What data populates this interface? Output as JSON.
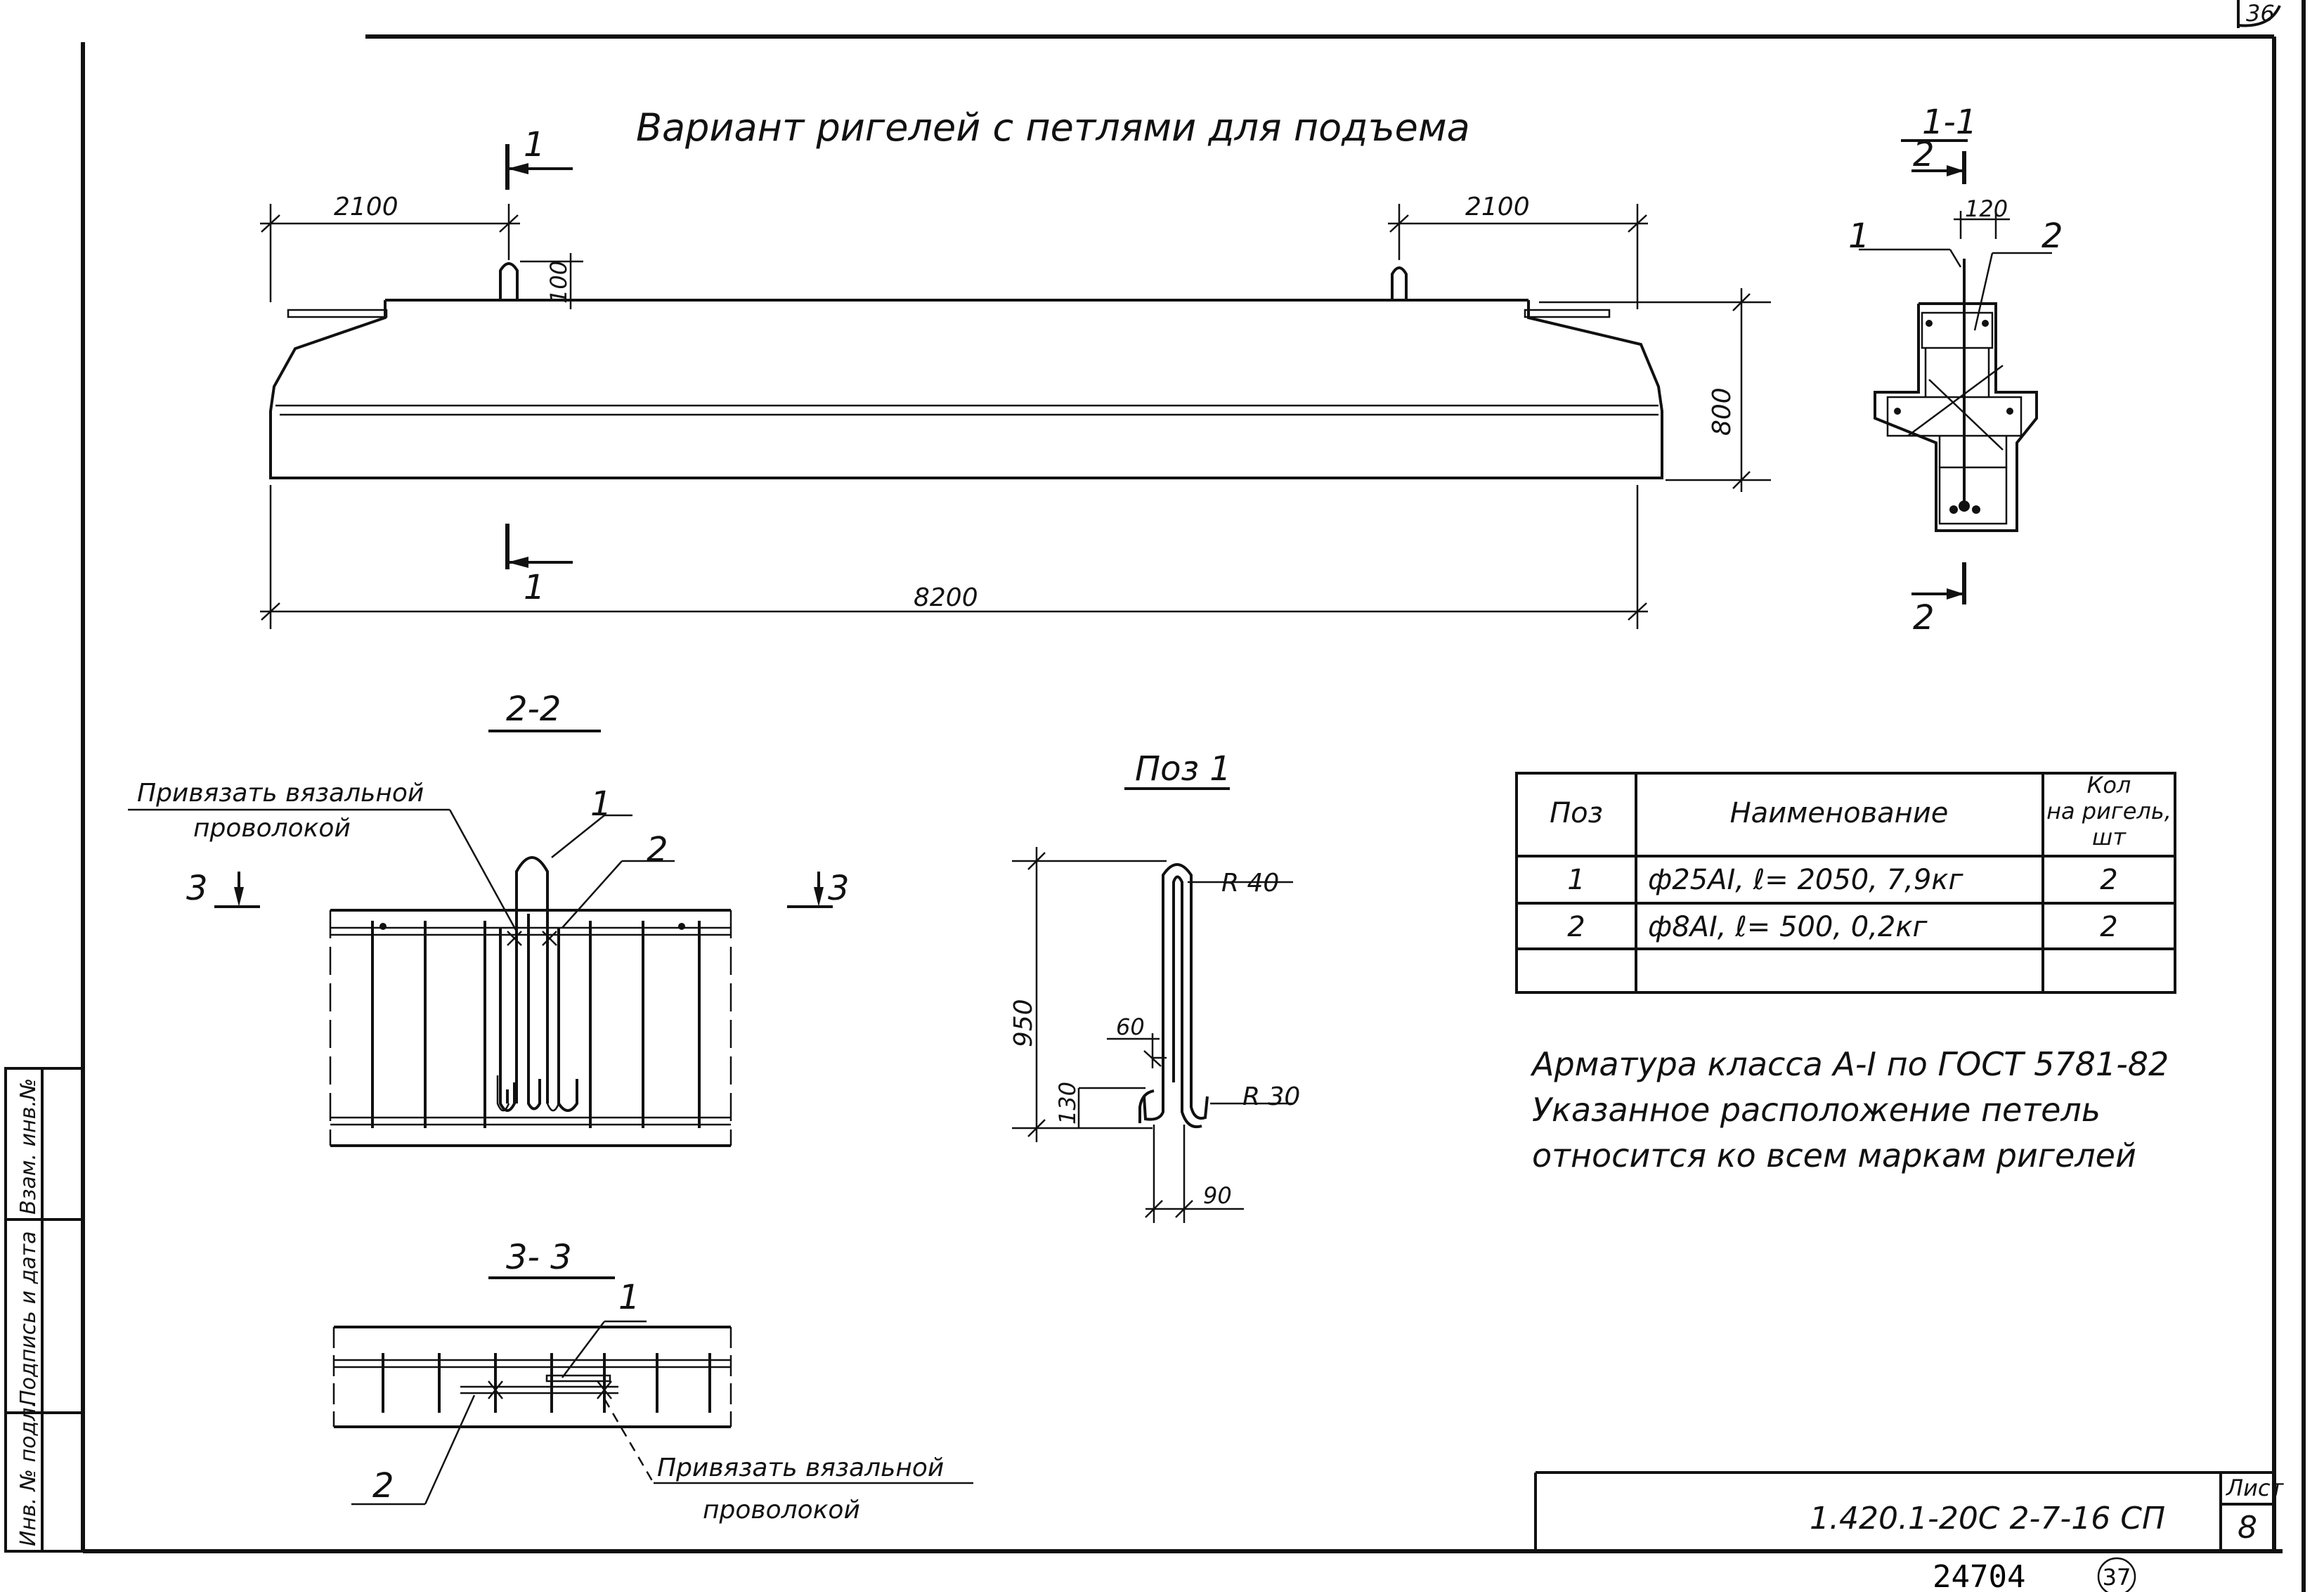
{
  "sheet": {
    "page_number_top": "36",
    "stamp_number": "24704",
    "stamp_circled": "37",
    "drawing_code": "1.420.1-20С 2-7-16 СП",
    "sheet_label": "Лист",
    "sheet_number": "8"
  },
  "side_stamp": {
    "inv_podl": "Инв. № подл.",
    "podpis_data": "Подпись и дата",
    "vzam_inv": "Взам. инв.№"
  },
  "main_view": {
    "title": "Вариант ригелей с петлями для подъема",
    "dim_left": "2100",
    "dim_right": "2100",
    "dim_total": "8200",
    "dim_height": "800",
    "dim_loop": "100",
    "section_mark": "1"
  },
  "section_1_1": {
    "title": "1-1",
    "dim_width": "120",
    "callout_1": "1",
    "callout_2": "2",
    "section_mark": "2"
  },
  "section_2_2": {
    "title": "2-2",
    "note_line1": "Привязать вязальной",
    "note_line2": "проволокой",
    "callout_1": "1",
    "callout_2": "2",
    "section_mark": "3"
  },
  "section_3_3": {
    "title": "3- 3",
    "callout_1": "1",
    "callout_2": "2",
    "note_line1": "Привязать вязальной",
    "note_line2": "проволокой"
  },
  "pos1": {
    "title": "Поз 1",
    "r_top": "R 40",
    "r_bottom": "R 30",
    "dim_height": "950",
    "dim_60": "60",
    "dim_130": "130",
    "dim_90": "90"
  },
  "spec_table": {
    "headers": [
      "Поз",
      "Наименование",
      "Кол на ригель, шт"
    ],
    "header_qty_lines": [
      "Кол",
      "на ригель,",
      "шт"
    ],
    "rows": [
      {
        "pos": "1",
        "name": "ф25АI, ℓ= 2050, 7,9кг",
        "qty": "2"
      },
      {
        "pos": "2",
        "name": "ф8АI, ℓ= 500, 0,2кг",
        "qty": "2"
      }
    ]
  },
  "notes": [
    "Арматура класса А-I по ГОСТ 5781-82",
    "Указанное расположение петель",
    "относится ко всем маркам ригелей"
  ]
}
